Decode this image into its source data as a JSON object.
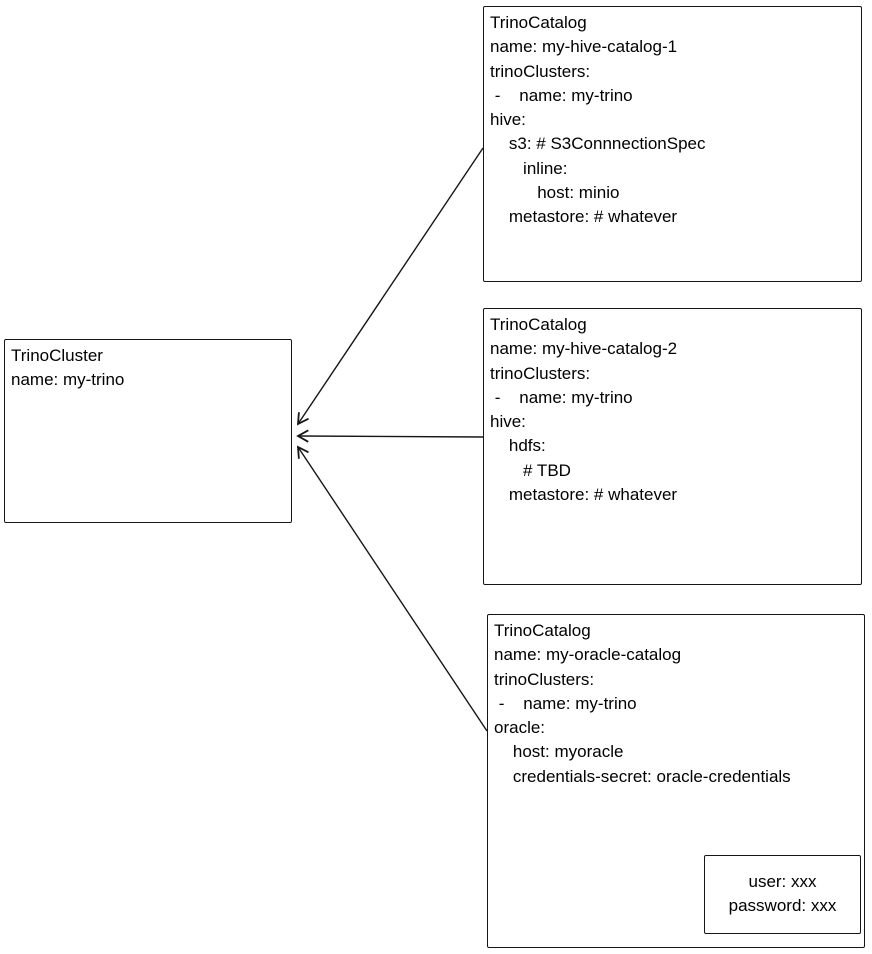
{
  "colors": {
    "stroke": "#000000",
    "background": "#ffffff",
    "box_fill": "#ffffff"
  },
  "cluster": {
    "lines": [
      "TrinoCluster",
      "name: my-trino"
    ]
  },
  "catalogs": [
    {
      "lines": [
        "TrinoCatalog",
        "name: my-hive-catalog-1",
        "trinoClusters:",
        " -    name: my-trino",
        "hive:",
        "    s3: # S3ConnnectionSpec",
        "       inline:",
        "          host: minio",
        "    metastore: # whatever"
      ]
    },
    {
      "lines": [
        "TrinoCatalog",
        "name: my-hive-catalog-2",
        "trinoClusters:",
        " -    name: my-trino",
        "hive:",
        "    hdfs:",
        "       # TBD",
        "    metastore: # whatever"
      ]
    },
    {
      "lines": [
        "TrinoCatalog",
        "name: my-oracle-catalog",
        "trinoClusters:",
        " -    name: my-trino",
        "oracle:",
        "    host: myoracle",
        "    credentials-secret: oracle-credentials"
      ]
    }
  ],
  "secret": {
    "lines": [
      "user: xxx",
      "password: xxx"
    ]
  }
}
